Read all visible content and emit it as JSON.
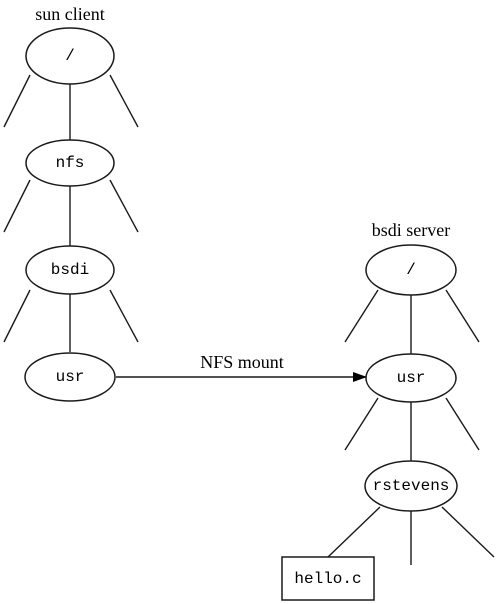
{
  "client": {
    "title": "sun client",
    "nodes": {
      "root": "/",
      "nfs": "nfs",
      "bsdi": "bsdi",
      "usr": "usr"
    }
  },
  "server": {
    "title": "bsdi server",
    "nodes": {
      "root": "/",
      "usr": "usr",
      "rstevens": "rstevens"
    },
    "file": "hello.c"
  },
  "mount_label": "NFS mount"
}
